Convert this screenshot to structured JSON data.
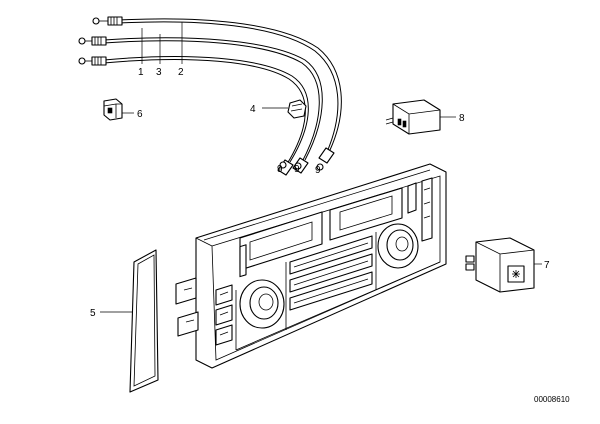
{
  "callouts": {
    "c1": "1",
    "c2": "2",
    "c3": "3",
    "c4": "4",
    "c5": "5",
    "c6": "6",
    "c7": "7",
    "c8": "8",
    "c9a": "9",
    "c9b": "9",
    "c9c": "9"
  },
  "drawing_number": "00008610"
}
